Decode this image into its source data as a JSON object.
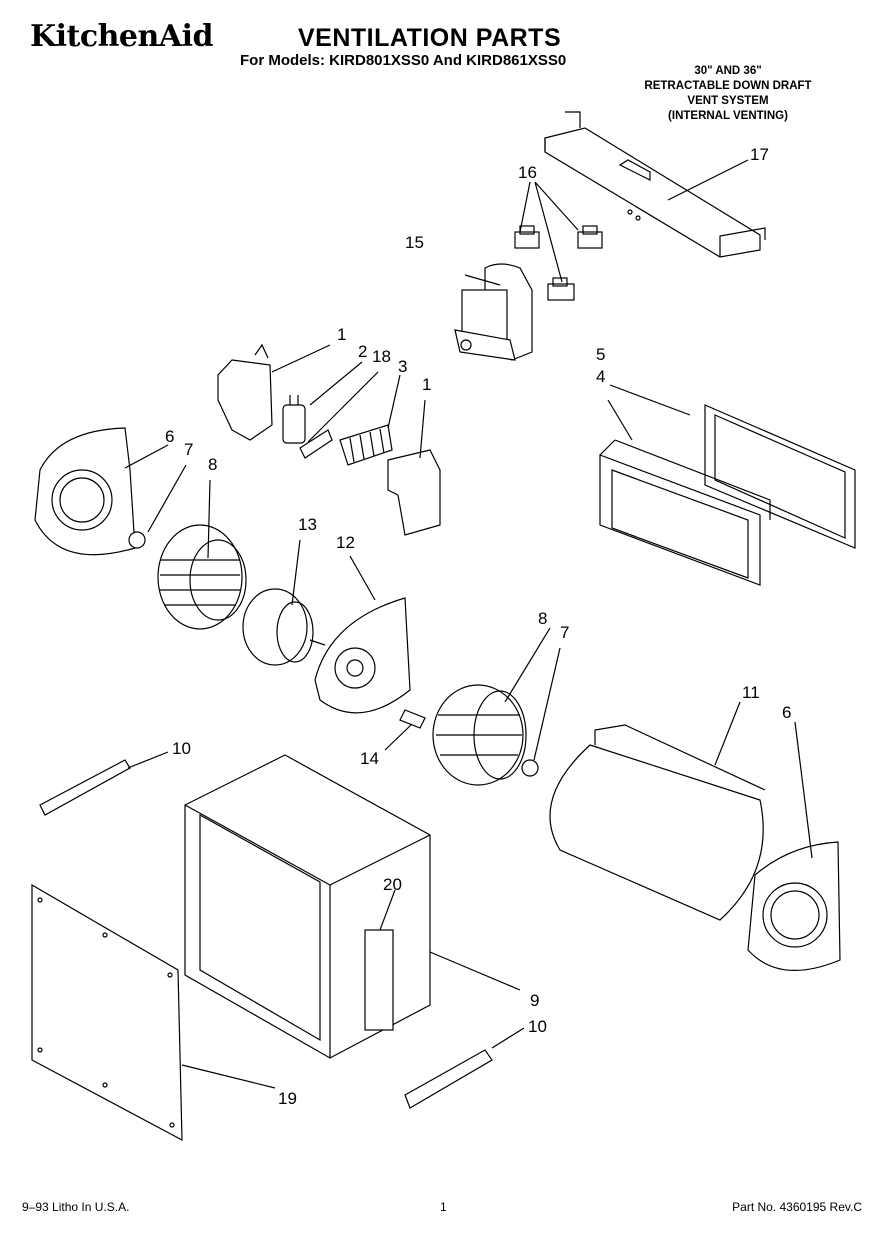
{
  "header": {
    "brand": "KitchenAid",
    "title": "VENTILATION PARTS",
    "subtitle": "For Models: KIRD801XSS0 And KIRD861XSS0",
    "system_lines": [
      "30\" AND 36\"",
      "RETRACTABLE DOWN DRAFT",
      "VENT SYSTEM",
      "(INTERNAL VENTING)"
    ]
  },
  "callouts": [
    "1",
    "2",
    "18",
    "3",
    "1",
    "4",
    "5",
    "6",
    "7",
    "8",
    "13",
    "12",
    "8",
    "7",
    "11",
    "6",
    "10",
    "14",
    "9",
    "10",
    "19",
    "20",
    "15",
    "16",
    "17"
  ],
  "footer": {
    "left": "9–93 Litho In U.S.A.",
    "center": "1",
    "right": "Part No. 4360195 Rev.C"
  }
}
